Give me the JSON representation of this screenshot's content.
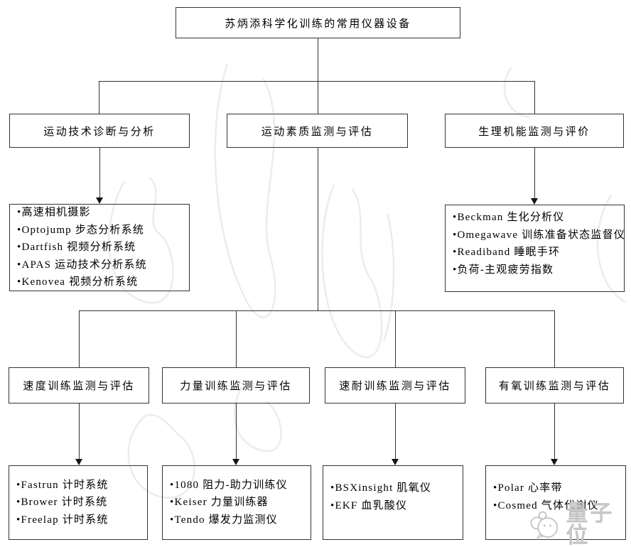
{
  "diagram": {
    "title": "苏炳添科学化训练的常用仪器设备",
    "bullet_char": "•",
    "line_color": "#333333",
    "branches": {
      "tech": {
        "label": "运动技术诊断与分析",
        "items": [
          "高速相机摄影",
          "Optojump 步态分析系统",
          "Dartfish 视频分析系统",
          "APAS 运动技术分析系统",
          "Kenovea 视频分析系统"
        ]
      },
      "quality": {
        "label": "运动素质监测与评估",
        "sub": [
          {
            "label": "速度训练监测与评估",
            "items": [
              "Fastrun 计时系统",
              "Brower 计时系统",
              "Freelap 计时系统"
            ]
          },
          {
            "label": "力量训练监测与评估",
            "items": [
              "1080 阻力-助力训练仪",
              "Keiser 力量训练器",
              "Tendo 爆发力监测仪"
            ]
          },
          {
            "label": "速耐训练监测与评估",
            "items": [
              "BSXinsight 肌氧仪",
              "EKF 血乳酸仪"
            ]
          },
          {
            "label": "有氧训练监测与评估",
            "items": [
              "Polar 心率带",
              "Cosmed 气体代谢仪"
            ]
          }
        ]
      },
      "physio": {
        "label": "生理机能监测与评价",
        "items": [
          "Beckman 生化分析仪",
          "Omegawave 训练准备状态监督仪",
          "Readiband 睡眠手环",
          "负荷-主观疲劳指数"
        ]
      }
    },
    "watermark": {
      "brand": "量子位",
      "color": "#c6c6c6"
    }
  }
}
